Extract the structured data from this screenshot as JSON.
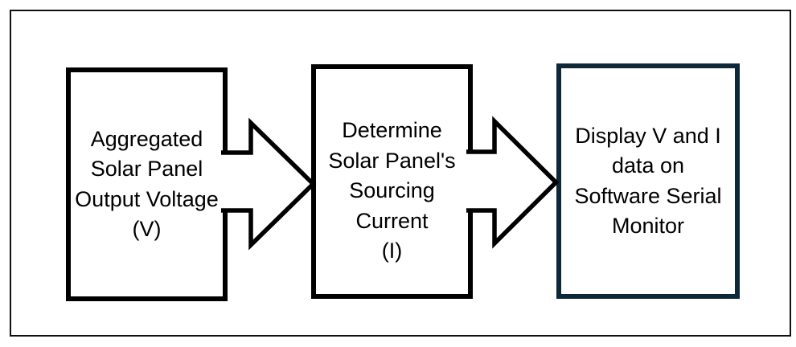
{
  "figure": {
    "background_color": "#ffffff",
    "frame_border_color": "#101010",
    "connector_color": "#000000"
  },
  "flow": {
    "steps": [
      {
        "id": "aggregated-voltage",
        "lines": [
          "Aggregated",
          "Solar Panel",
          "Output Voltage",
          "(V)"
        ],
        "border_color": "#000000"
      },
      {
        "id": "determine-current",
        "lines": [
          "Determine",
          "Solar Panel's",
          "Sourcing",
          "Current",
          "(I)"
        ],
        "border_color": "#000000"
      },
      {
        "id": "display-data",
        "lines": [
          "Display V and I",
          "data on",
          "Software Serial",
          "Monitor"
        ],
        "border_color": "#0d2836"
      }
    ],
    "connectors": [
      {
        "name": "arrow-1",
        "direction": "right"
      },
      {
        "name": "arrow-2",
        "direction": "right"
      }
    ]
  }
}
